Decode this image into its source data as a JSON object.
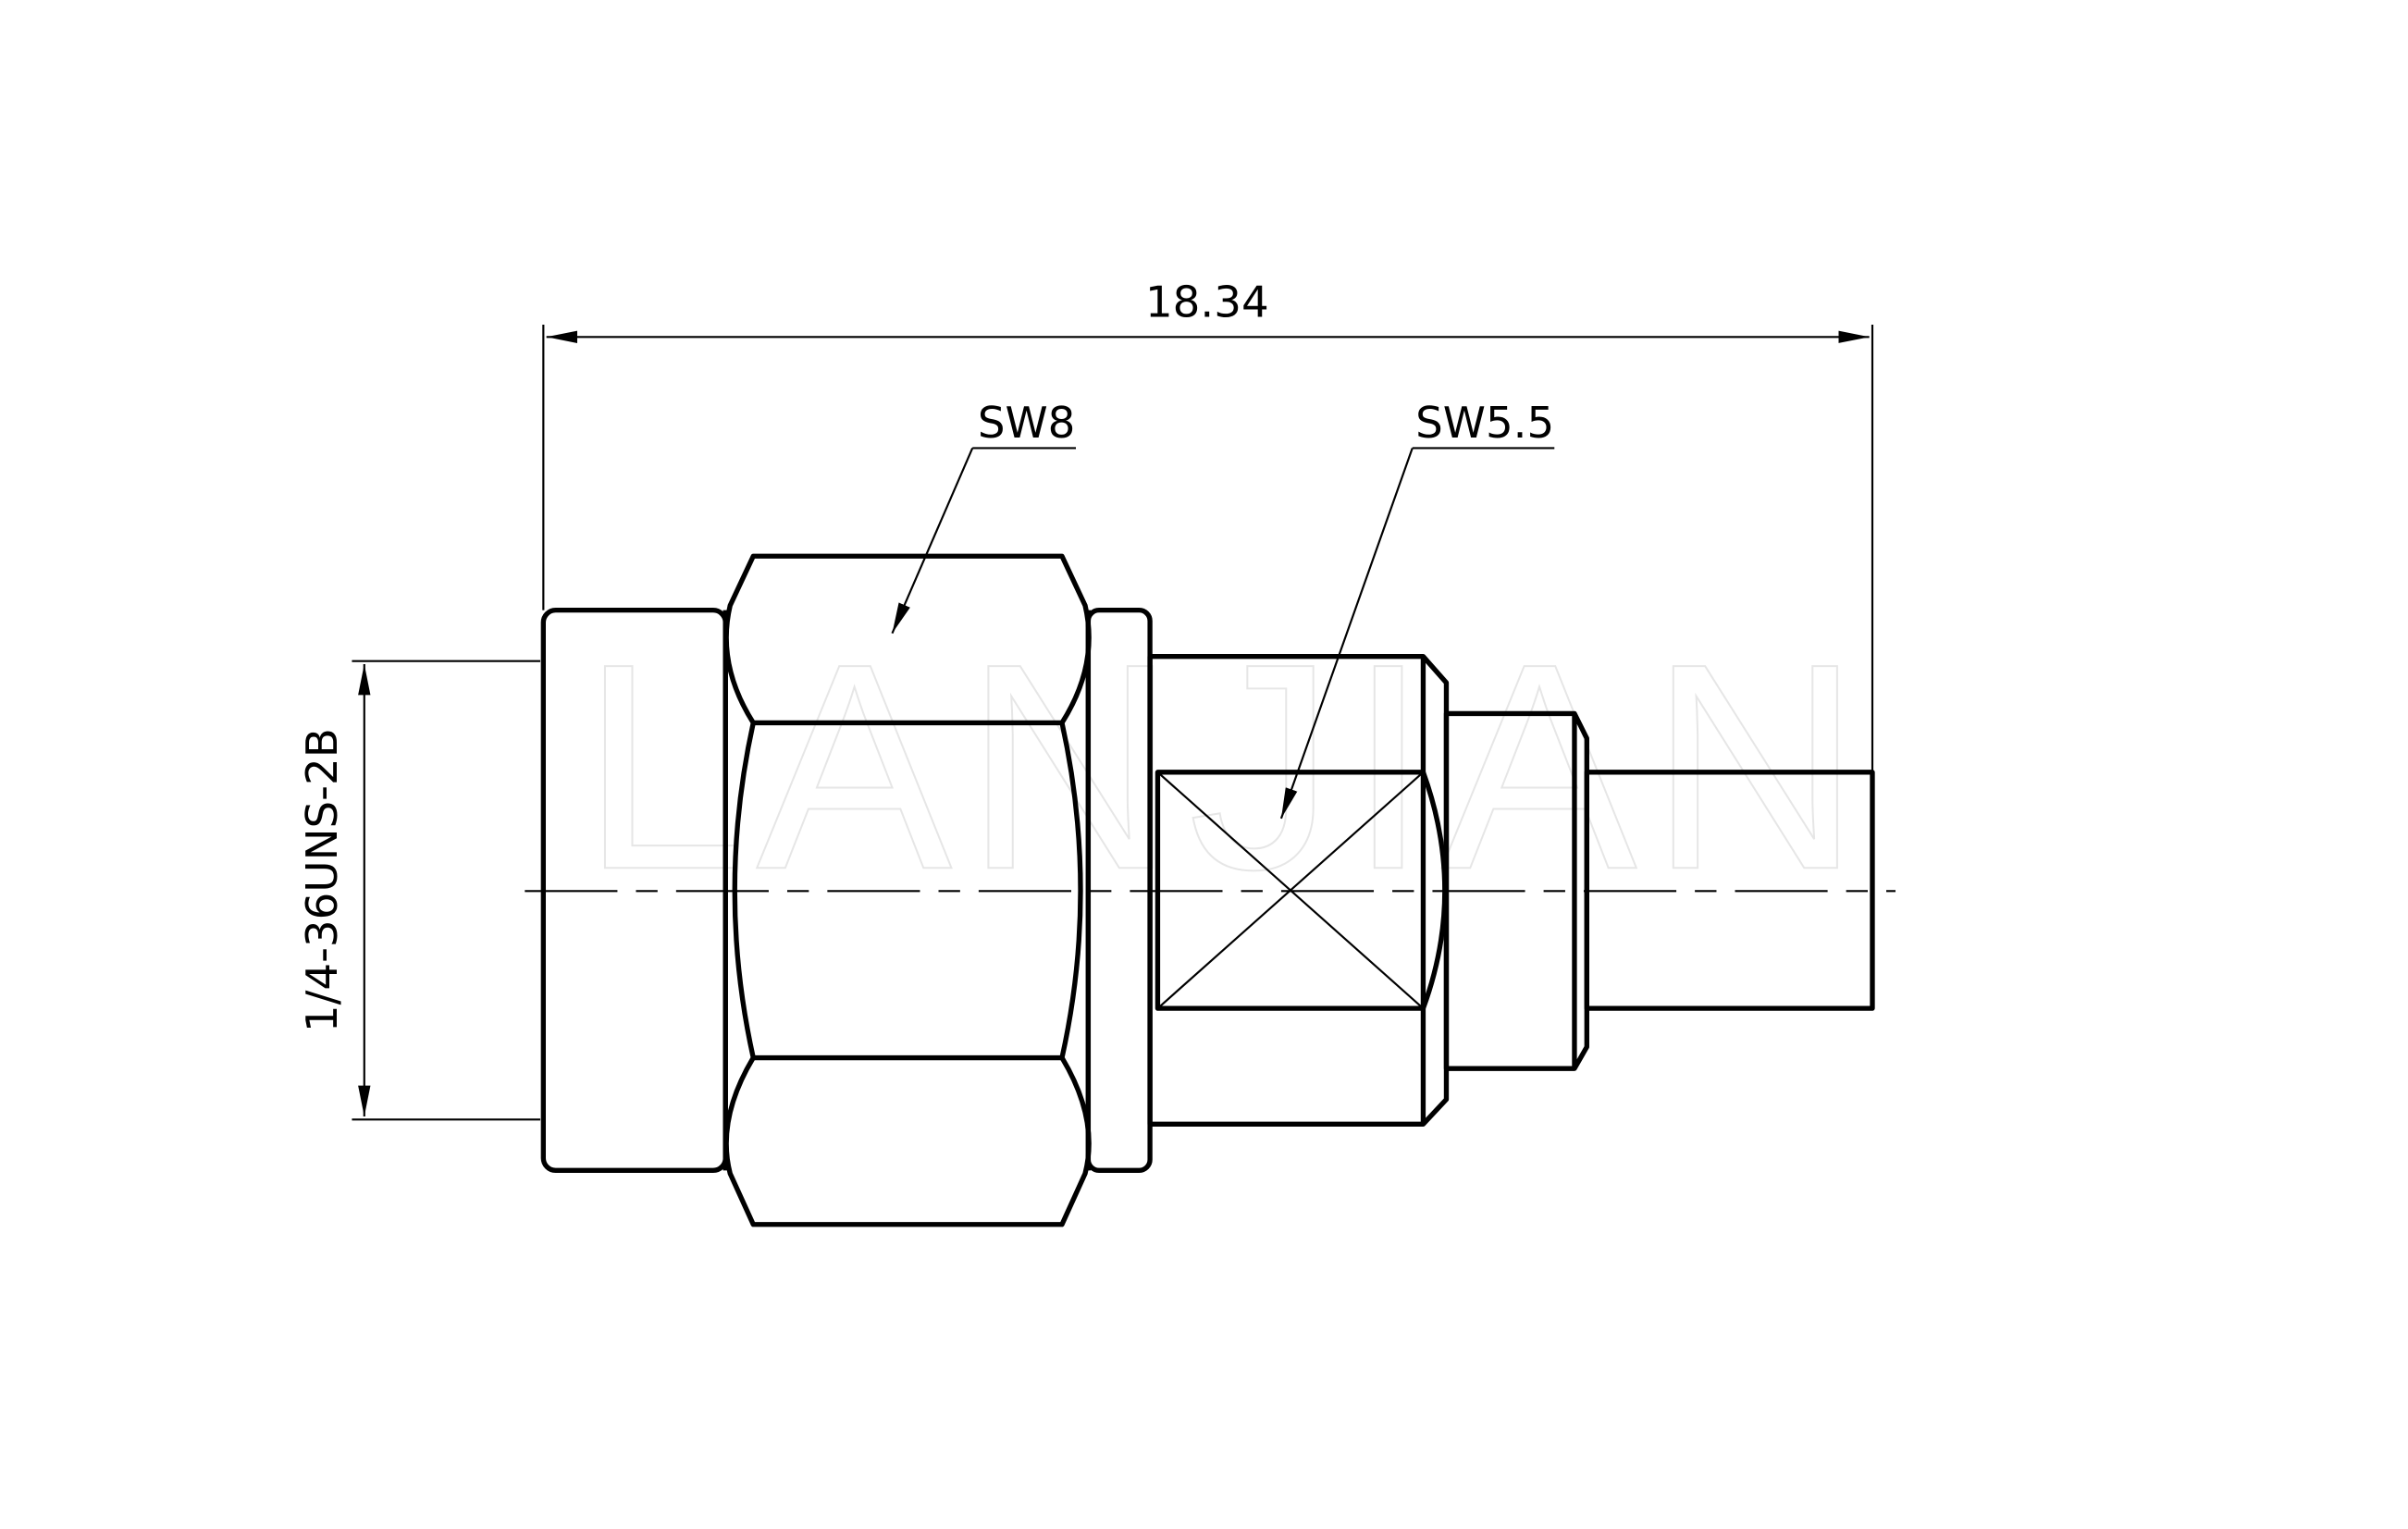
{
  "drawing": {
    "overall_length": "18.34",
    "hex_nut_label": "SW8",
    "flat_label": "SW5.5",
    "thread_label": "1/4-36UNS-2B",
    "watermark": "LANJIAN"
  }
}
